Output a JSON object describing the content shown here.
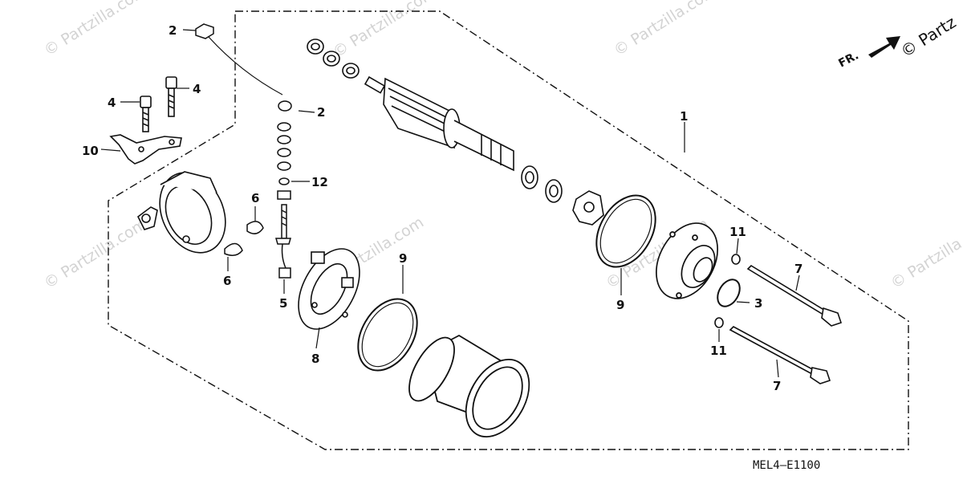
{
  "diagram": {
    "callouts": {
      "c1": "1",
      "c2a": "2",
      "c2b": "2",
      "c3": "3",
      "c4a": "4",
      "c4b": "4",
      "c5": "5",
      "c6a": "6",
      "c6b": "6",
      "c7a": "7",
      "c7b": "7",
      "c8": "8",
      "c9a": "9",
      "c9b": "9",
      "c10": "10",
      "c11a": "11",
      "c11b": "11",
      "c12": "12"
    },
    "front_indicator": "FR.",
    "diagram_code": "MEL4—E1100",
    "watermark_text": "© Partzilla.com",
    "watermark_corner": "© Partz"
  },
  "colors": {
    "line": "#111111",
    "watermark": "#d3d3d3"
  }
}
